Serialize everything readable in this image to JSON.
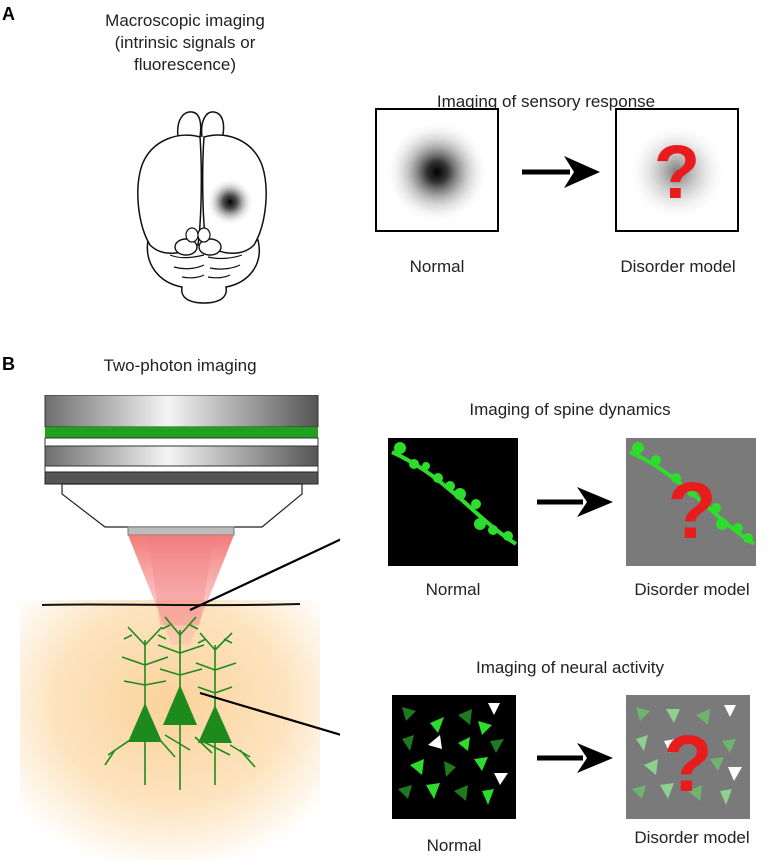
{
  "panel_a": {
    "letter": "A",
    "macro_title_lines": [
      "Macroscopic imaging",
      "(intrinsic signals or",
      "fluorescence)"
    ],
    "sensory_title": "Imaging of sensory response",
    "normal_label": "Normal",
    "disorder_label": "Disorder model",
    "question_mark": "?"
  },
  "panel_b": {
    "letter": "B",
    "twophoton_title": "Two-photon imaging",
    "spine_title": "Imaging of spine dynamics",
    "spine_normal_label": "Normal",
    "spine_disorder_label": "Disorder model",
    "neural_title": "Imaging of neural activity",
    "neural_normal_label": "Normal",
    "neural_disorder_label": "Disorder model",
    "question_mark": "?"
  },
  "colors": {
    "green": "#2edc2e",
    "dark_green": "#1f8a1f",
    "question_red": "#e81c1c",
    "tissue_orange": "#fbd9a4",
    "laser_red": "#f48a8a"
  }
}
